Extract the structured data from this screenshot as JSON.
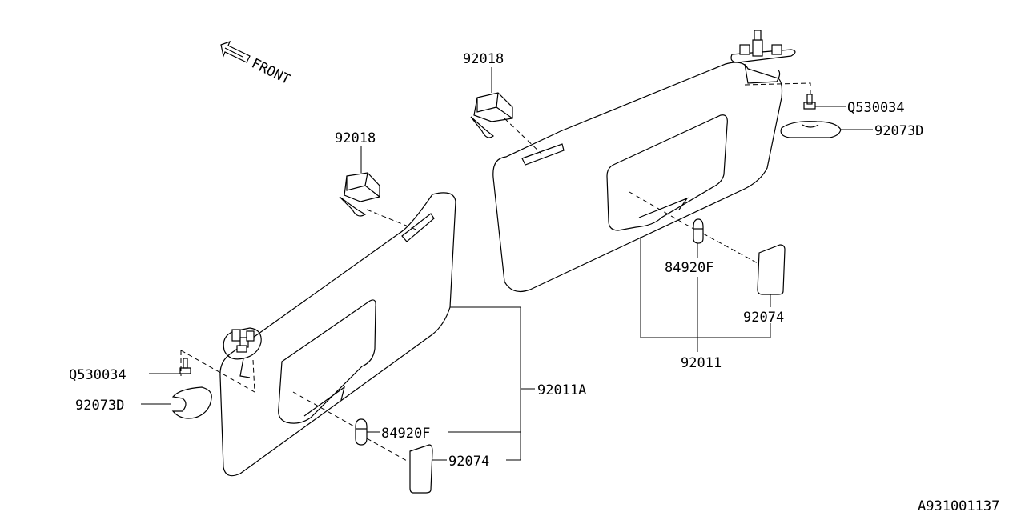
{
  "labels": {
    "front": "FRONT",
    "clip_left": "92018",
    "clip_right": "92018",
    "screw_left": "Q530034",
    "screw_right": "Q530034",
    "cover_left": "92073D",
    "cover_right": "92073D",
    "bulb_left": "84920F",
    "bulb_right": "84920F",
    "lens_left": "92074",
    "lens_right": "92074",
    "visor_left_assy": "92011A",
    "visor_right_assy": "92011",
    "drawing_id": "A931001137"
  }
}
